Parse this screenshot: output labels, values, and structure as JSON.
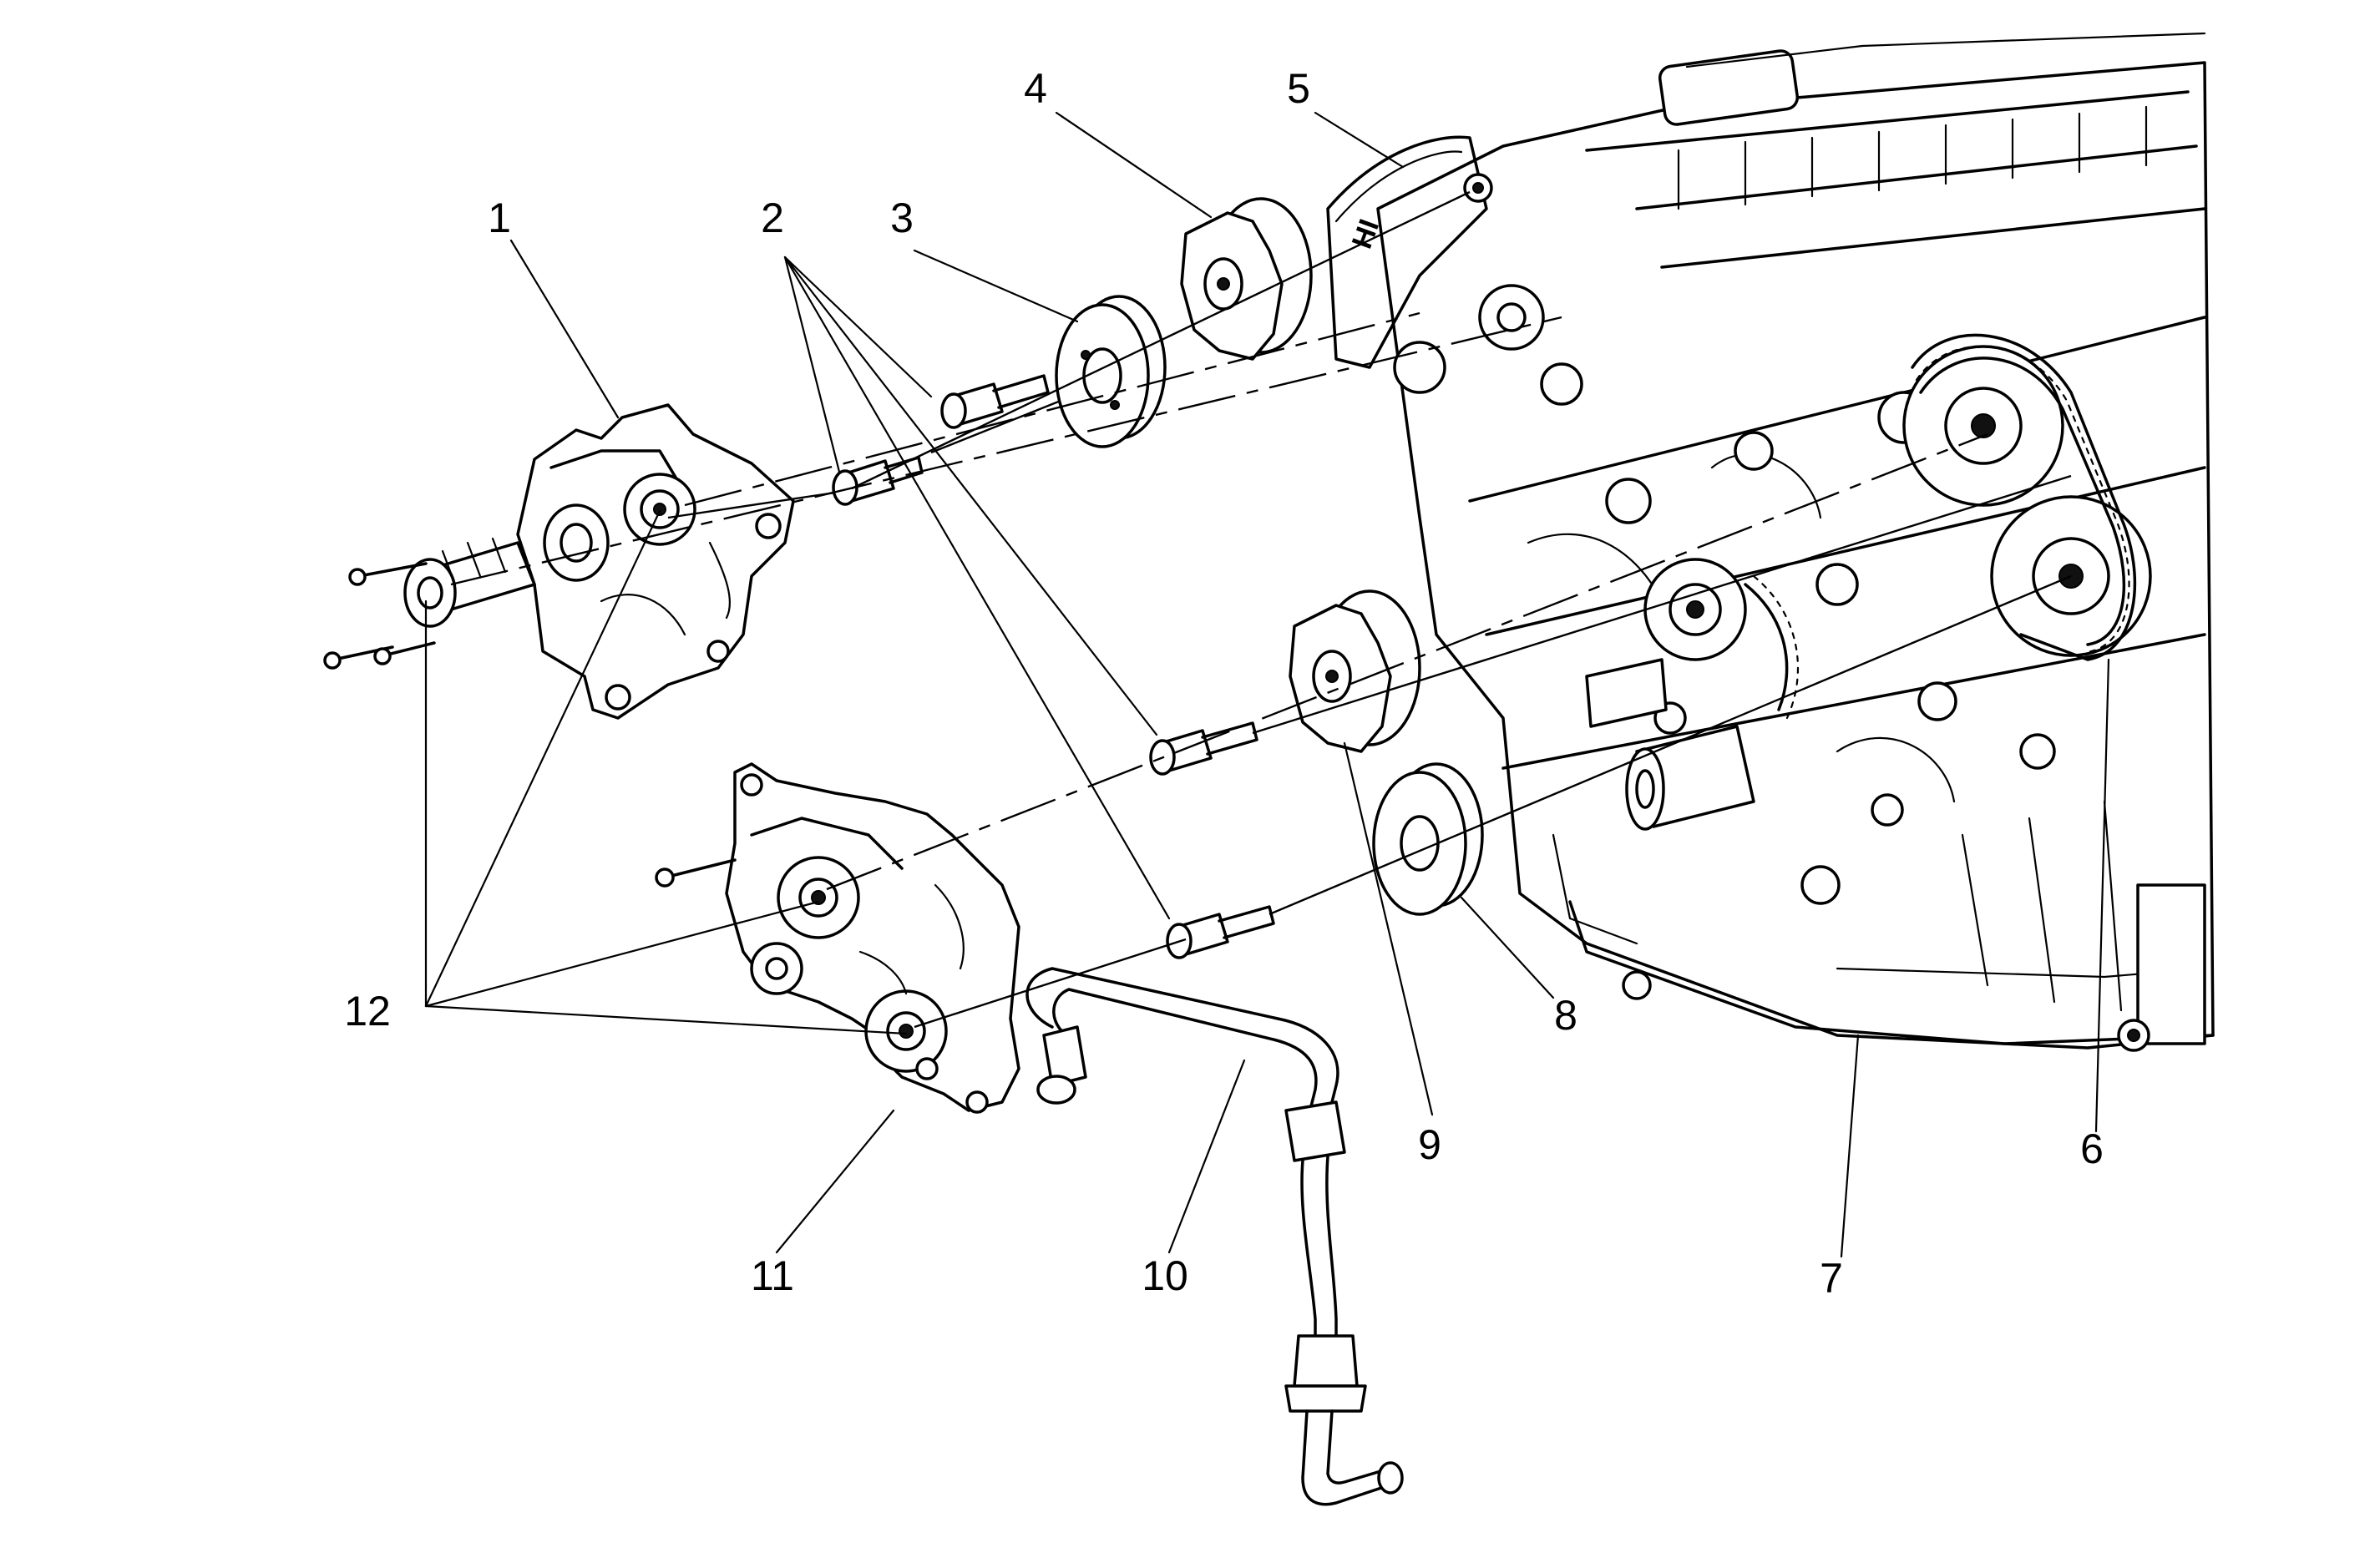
{
  "figure": {
    "callouts": [
      {
        "id": "callout-1",
        "label": "1"
      },
      {
        "id": "callout-2",
        "label": "2"
      },
      {
        "id": "callout-3",
        "label": "3"
      },
      {
        "id": "callout-4",
        "label": "4"
      },
      {
        "id": "callout-5",
        "label": "5"
      },
      {
        "id": "callout-6",
        "label": "6"
      },
      {
        "id": "callout-7",
        "label": "7"
      },
      {
        "id": "callout-8",
        "label": "8"
      },
      {
        "id": "callout-9",
        "label": "9"
      },
      {
        "id": "callout-10",
        "label": "10"
      },
      {
        "id": "callout-11",
        "label": "11"
      },
      {
        "id": "callout-12",
        "label": "12"
      }
    ],
    "stamp": "HI"
  }
}
